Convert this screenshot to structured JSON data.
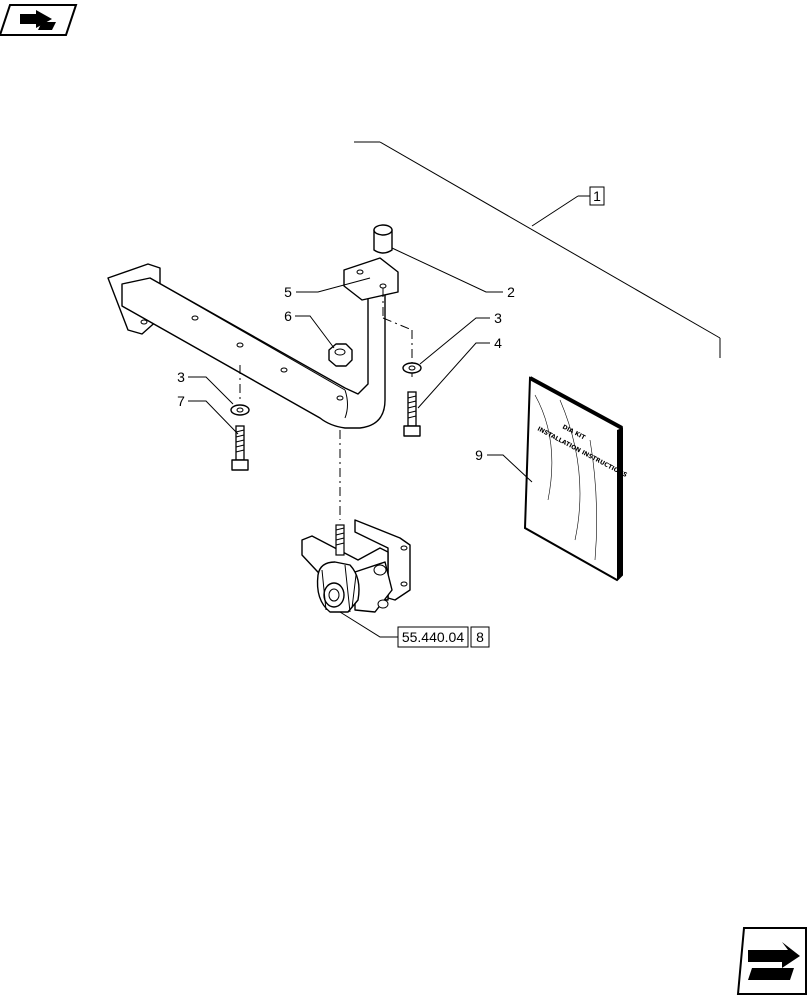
{
  "header": {
    "prev_icon": "previous-page-arrow-icon"
  },
  "footer": {
    "next_icon": "next-page-arrow-icon"
  },
  "callouts": {
    "kit": "1",
    "bracket_pad": "2",
    "washer_right": "3",
    "bolt_right": "4",
    "bracket": "5",
    "nut": "6",
    "washer_left": "3",
    "bolt_left": "7",
    "manual": "9"
  },
  "reference": {
    "section": "55.440.04",
    "item": "8"
  },
  "manual_cover": {
    "line1": "DIA KIT",
    "line2": "INSTALLATION INSTRUCTIONS"
  }
}
